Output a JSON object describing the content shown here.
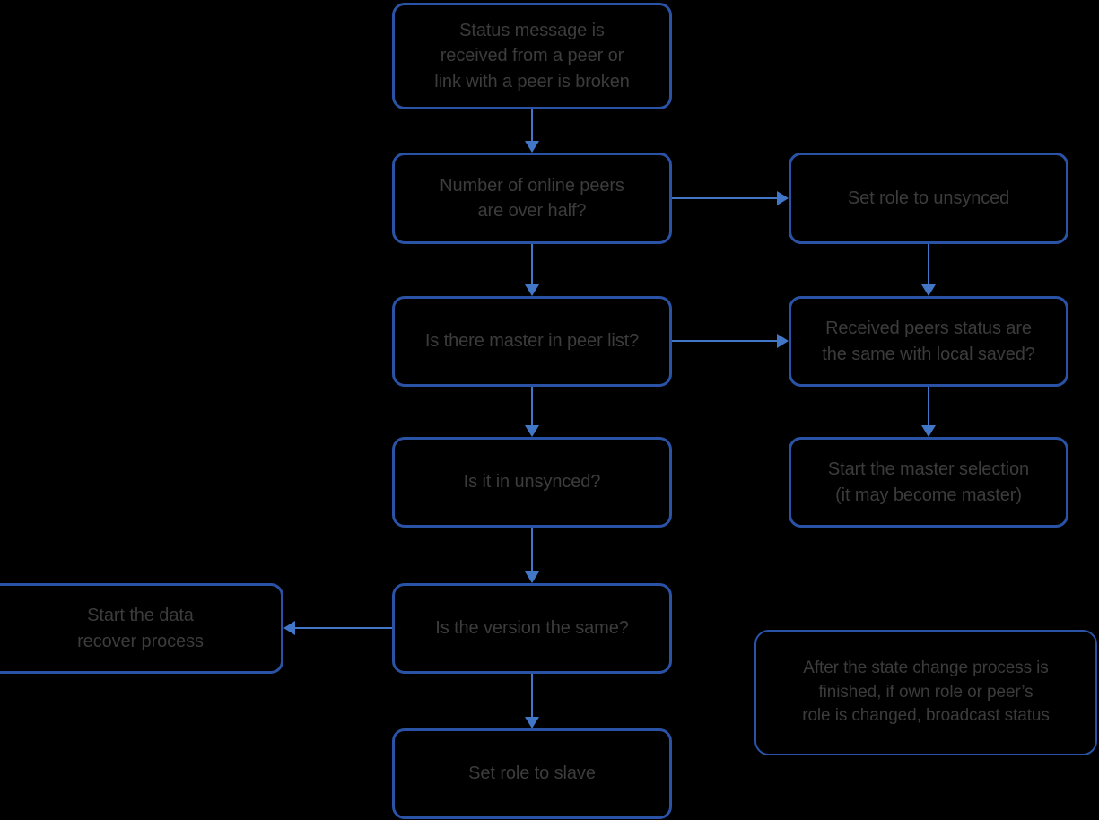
{
  "diagram": {
    "title": "Peer status state change process flowchart",
    "colors": {
      "background": "#000000",
      "node_border": "#2a52a5",
      "connector": "#4277c8",
      "text": "#3c3c3c"
    },
    "nodes": [
      {
        "id": "status-message-received",
        "label": "Status message is\nreceived from a peer or\nlink with a peer is broken",
        "kind": "process"
      },
      {
        "id": "online-peers-over-half",
        "label": "Number of online peers\nare over half?",
        "kind": "decision"
      },
      {
        "id": "set-role-unsynced",
        "label": "Set role to unsynced",
        "kind": "process"
      },
      {
        "id": "master-in-peer-list",
        "label": "Is there master in peer list?",
        "kind": "decision"
      },
      {
        "id": "peers-status-same-as-local",
        "label": "Received peers status are\nthe same with local saved?",
        "kind": "decision"
      },
      {
        "id": "is-it-in-unsynced",
        "label": "Is it in unsynced?",
        "kind": "decision"
      },
      {
        "id": "start-master-selection",
        "label": "Start the master selection\n(it may become master)",
        "kind": "process"
      },
      {
        "id": "version-the-same",
        "label": "Is the version the same?",
        "kind": "decision"
      },
      {
        "id": "start-data-recover",
        "label": "Start the data\nrecover process",
        "kind": "process"
      },
      {
        "id": "set-role-slave",
        "label": "Set role to slave",
        "kind": "process"
      },
      {
        "id": "broadcast-note",
        "label": "After the state change process is\nfinished, if own role or peer’s\nrole is changed, broadcast status",
        "kind": "note"
      }
    ],
    "edges": [
      {
        "id": "edge-status-to-online-peers",
        "from": "status-message-received",
        "to": "online-peers-over-half",
        "direction": "down"
      },
      {
        "id": "edge-online-peers-to-unsynced",
        "from": "online-peers-over-half",
        "to": "set-role-unsynced",
        "direction": "right"
      },
      {
        "id": "edge-online-peers-to-master-list",
        "from": "online-peers-over-half",
        "to": "master-in-peer-list",
        "direction": "down"
      },
      {
        "id": "edge-unsynced-to-peers-status",
        "from": "set-role-unsynced",
        "to": "peers-status-same-as-local",
        "direction": "down"
      },
      {
        "id": "edge-master-list-to-peers-status",
        "from": "master-in-peer-list",
        "to": "peers-status-same-as-local",
        "direction": "right"
      },
      {
        "id": "edge-master-list-to-unsynced-check",
        "from": "master-in-peer-list",
        "to": "is-it-in-unsynced",
        "direction": "down"
      },
      {
        "id": "edge-peers-status-to-master-selection",
        "from": "peers-status-same-as-local",
        "to": "start-master-selection",
        "direction": "down"
      },
      {
        "id": "edge-unsynced-check-to-version",
        "from": "is-it-in-unsynced",
        "to": "version-the-same",
        "direction": "down"
      },
      {
        "id": "edge-version-to-data-recover",
        "from": "version-the-same",
        "to": "start-data-recover",
        "direction": "left"
      },
      {
        "id": "edge-version-to-set-slave",
        "from": "version-the-same",
        "to": "set-role-slave",
        "direction": "down"
      }
    ]
  }
}
